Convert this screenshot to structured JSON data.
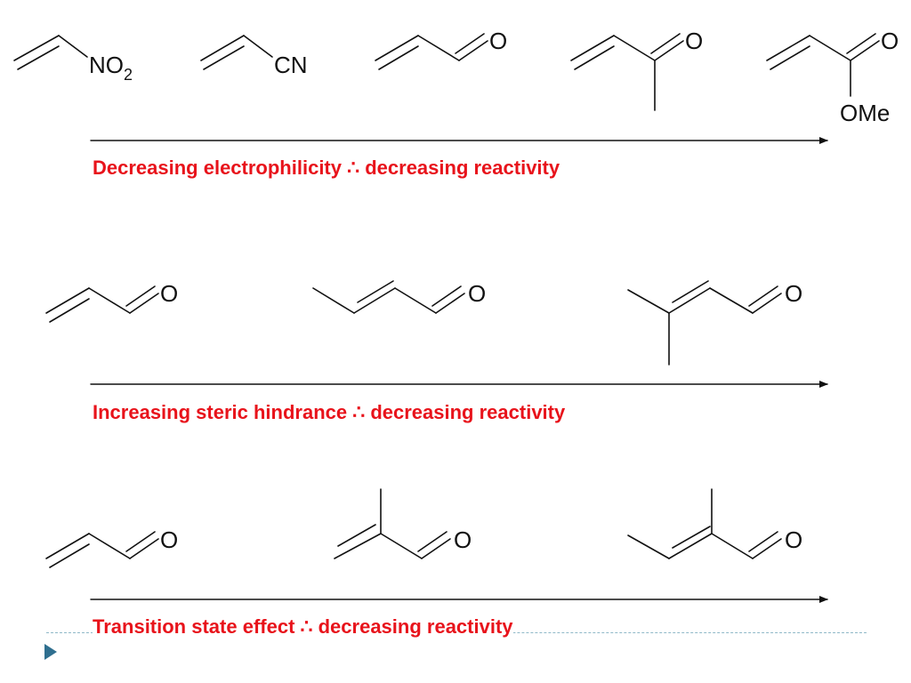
{
  "colors": {
    "caption": "#e8131b",
    "structure": "#111111",
    "arrow": "#111111",
    "nav": "#2f6f8f"
  },
  "rows": [
    {
      "caption": "Decreasing electrophilicity ∴ decreasing reactivity",
      "molecules": [
        {
          "name": "nitroethylene",
          "label_main": "NO",
          "label_sub": "2"
        },
        {
          "name": "acrylonitrile",
          "label_main": "CN"
        },
        {
          "name": "acrolein",
          "label_o": "O"
        },
        {
          "name": "methyl-vinyl-ketone",
          "label_o": "O"
        },
        {
          "name": "methyl-acrylate",
          "label_o": "O",
          "label_ome": "OMe"
        }
      ]
    },
    {
      "caption": "Increasing steric hindrance ∴ decreasing reactivity",
      "molecules": [
        {
          "name": "acrolein",
          "label_o": "O"
        },
        {
          "name": "crotonaldehyde",
          "label_o": "O"
        },
        {
          "name": "3-methylbut-2-enal",
          "label_o": "O"
        }
      ]
    },
    {
      "caption": "Transition state effect ∴ decreasing reactivity",
      "molecules": [
        {
          "name": "acrolein",
          "label_o": "O"
        },
        {
          "name": "methacrolein",
          "label_o": "O"
        },
        {
          "name": "tiglic-aldehyde",
          "label_o": "O"
        }
      ]
    }
  ]
}
